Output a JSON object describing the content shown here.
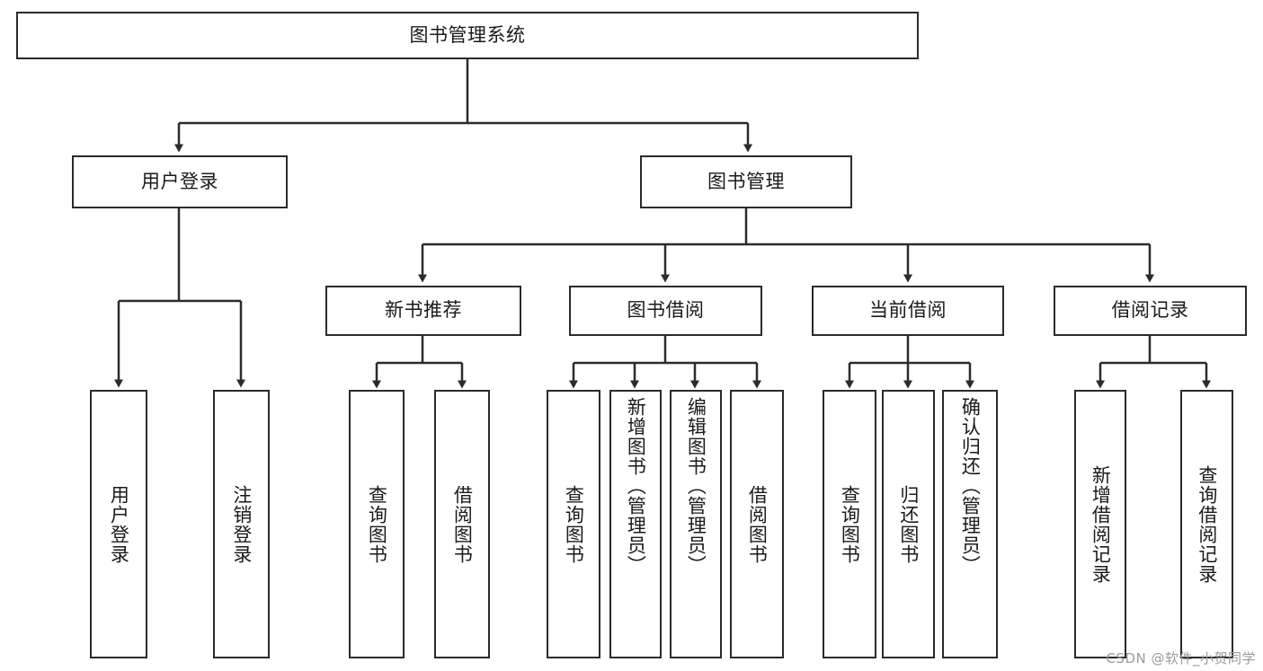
{
  "diagram": {
    "title": "图书管理系统",
    "type": "tree-hierarchy-diagram",
    "watermark": "CSDN @软件_小贺同学",
    "colors": {
      "stroke": "#2b2b2b",
      "fill": "#ffffff",
      "text": "#1a1a1a",
      "watermark": "#9a9a9a"
    }
  },
  "nodes": {
    "root": {
      "label": "图书管理系统"
    },
    "level1": [
      {
        "label": "用户登录"
      },
      {
        "label": "图书管理"
      }
    ],
    "level2": [
      {
        "label": "新书推荐"
      },
      {
        "label": "图书借阅"
      },
      {
        "label": "当前借阅"
      },
      {
        "label": "借阅记录"
      }
    ],
    "leaves_user_login": [
      {
        "label": "用户登录"
      },
      {
        "label": "注销登录"
      }
    ],
    "leaves_new_book": [
      {
        "label": "查询图书"
      },
      {
        "label": "借阅图书"
      }
    ],
    "leaves_borrow": [
      {
        "label": "查询图书"
      },
      {
        "label": "新增图书（管理员）"
      },
      {
        "label": "编辑图书（管理员）"
      },
      {
        "label": "借阅图书"
      }
    ],
    "leaves_current": [
      {
        "label": "查询图书"
      },
      {
        "label": "归还图书"
      },
      {
        "label": "确认归还（管理员）"
      }
    ],
    "leaves_record": [
      {
        "label": "新增借阅记录"
      },
      {
        "label": "查询借阅记录"
      }
    ]
  }
}
